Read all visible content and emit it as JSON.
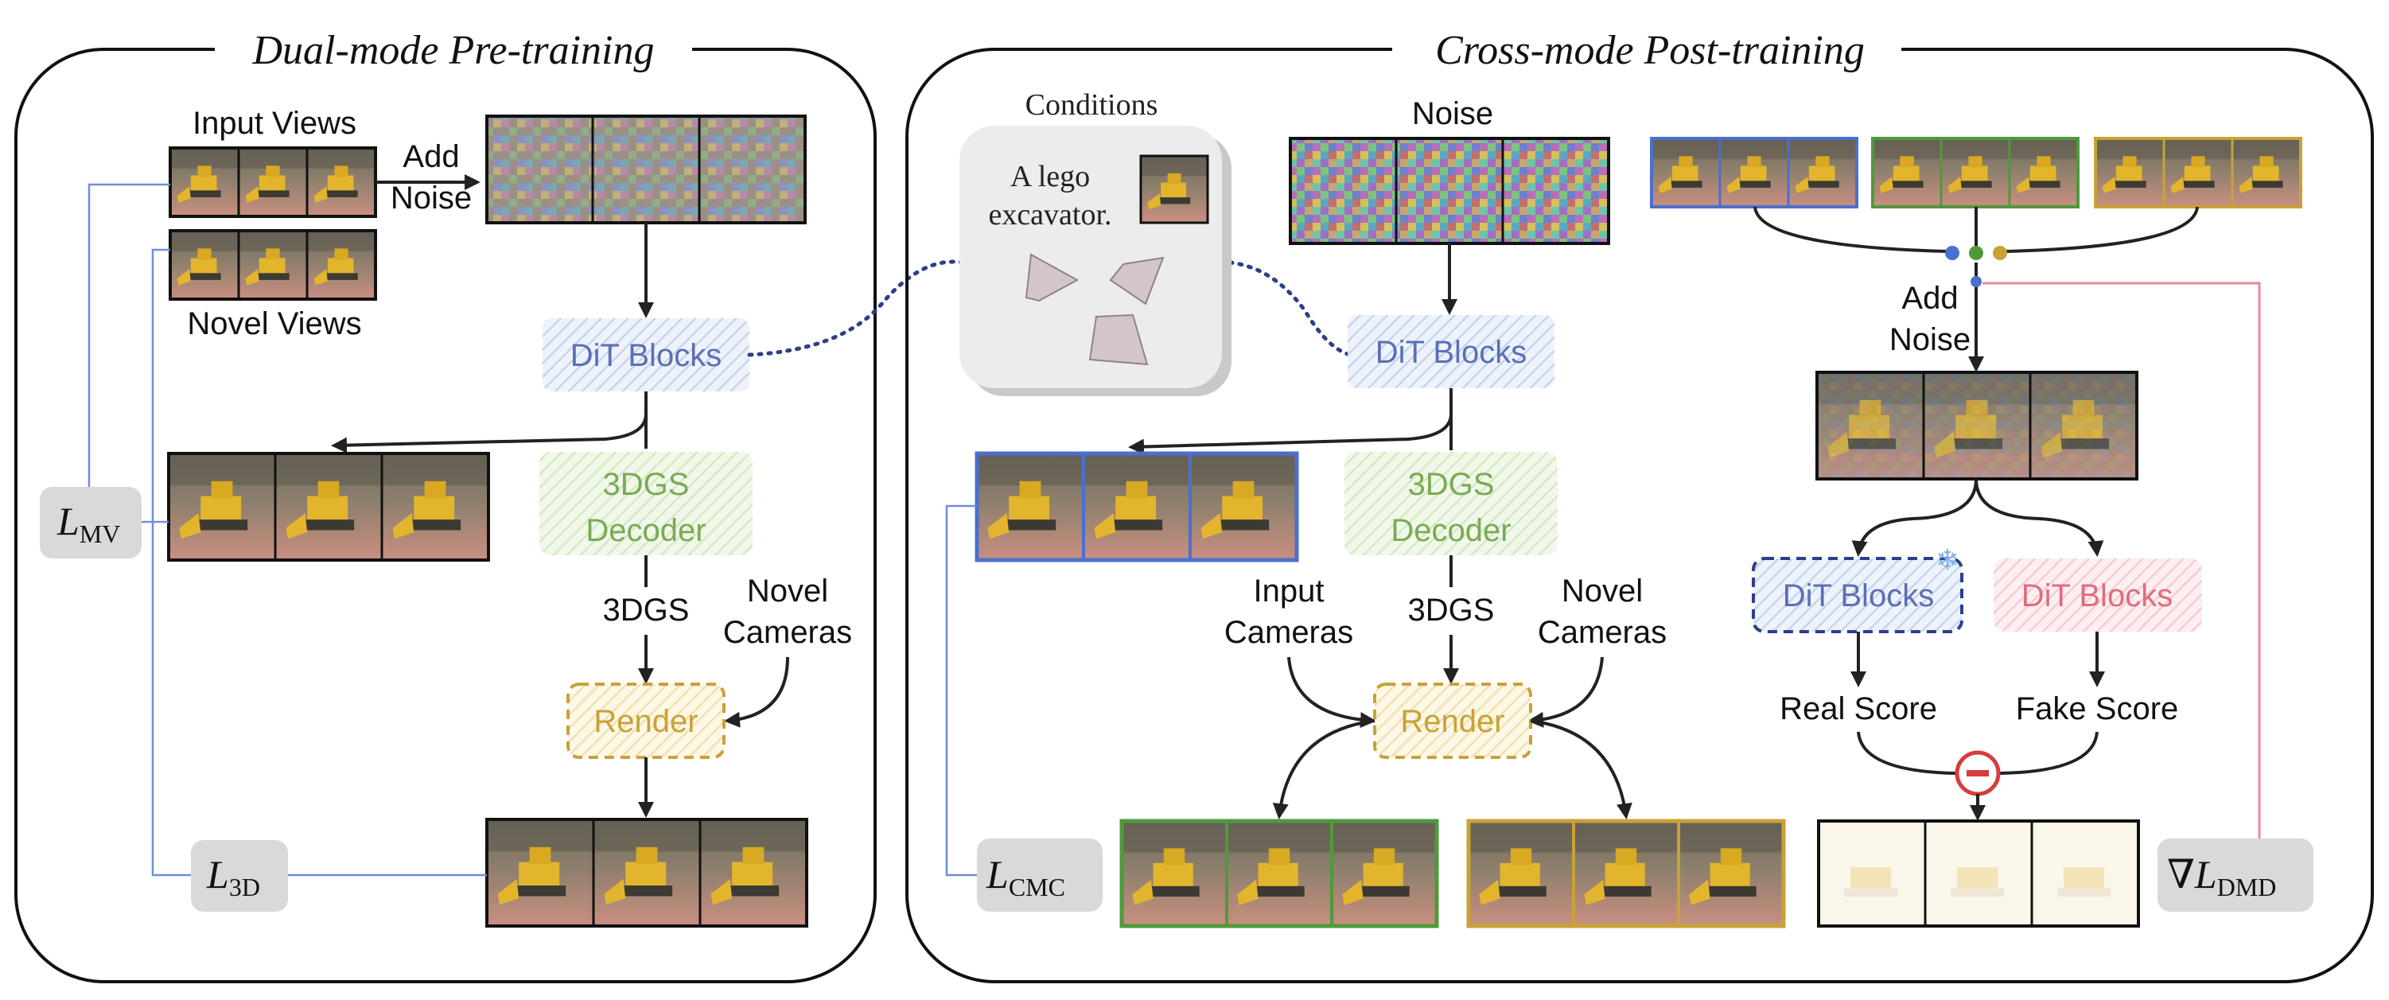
{
  "colors": {
    "dit_blue": "#5b6fb5",
    "decoder_green": "#7aaa55",
    "render_gold": "#c9a236",
    "fake_pink": "#e06c7c",
    "frame_blue": "#4a6fd0",
    "frame_green": "#4e9a3a",
    "frame_gold": "#c9a236",
    "loss_bg": "#d9d9d9",
    "minus_red": "#d83b3b"
  },
  "left_panel": {
    "title": "Dual-mode Pre-training",
    "input_views_label": "Input Views",
    "novel_views_label": "Novel Views",
    "add_noise_line1": "Add",
    "add_noise_line2": "Noise",
    "dit_blocks": "DiT Blocks",
    "decoder_line1": "3DGS",
    "decoder_line2": "Decoder",
    "gs_label": "3DGS",
    "novel_cameras_line1": "Novel",
    "novel_cameras_line2": "Cameras",
    "render": "Render",
    "loss_mv_main": "L",
    "loss_mv_sub": "MV",
    "loss_3d_main": "L",
    "loss_3d_sub": "3D"
  },
  "right_panel": {
    "title": "Cross-mode Post-training",
    "conditions_label": "Conditions",
    "prompt_line1": "A lego",
    "prompt_line2": "excavator.",
    "noise_label": "Noise",
    "dit_blocks": "DiT Blocks",
    "decoder_line1": "3DGS",
    "decoder_line2": "Decoder",
    "gs_label": "3DGS",
    "input_cameras_line1": "Input",
    "input_cameras_line2": "Cameras",
    "novel_cameras_line1": "Novel",
    "novel_cameras_line2": "Cameras",
    "render": "Render",
    "loss_cmc_main": "L",
    "loss_cmc_sub": "CMC",
    "add_noise_line1": "Add",
    "add_noise_line2": "Noise",
    "real_dit": "DiT Blocks",
    "fake_dit": "DiT Blocks",
    "real_score": "Real Score",
    "fake_score": "Fake Score",
    "loss_dmd_nabla": "∇",
    "loss_dmd_main": "L",
    "loss_dmd_sub": "DMD"
  }
}
